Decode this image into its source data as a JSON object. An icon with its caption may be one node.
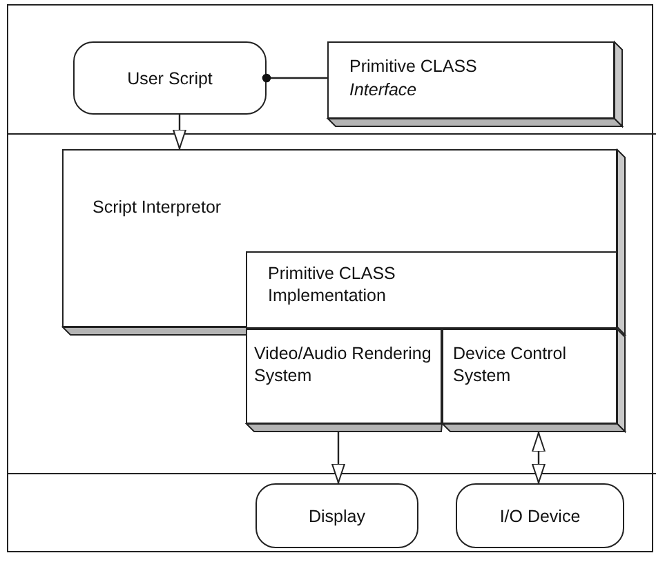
{
  "diagram": {
    "nodes": [
      {
        "text": [
          "User Script"
        ]
      },
      {
        "text": [
          "Primitive CLASS",
          "Interface"
        ]
      },
      {
        "text": [
          "Script Interpretor"
        ]
      },
      {
        "text": [
          "Primitive CLASS Implementation"
        ],
        "in": 2
      },
      {
        "text": [
          "Video/Audio Rendering System"
        ]
      },
      {
        "text": [
          "Device Control System"
        ]
      },
      {
        "text": [
          "Display"
        ]
      },
      {
        "text": [
          "I/O Device"
        ]
      }
    ],
    "edges": [
      {
        "from": 0,
        "to": 1,
        "arrow": "other"
      },
      {
        "from": 0,
        "to": 2,
        "arrow": "to"
      },
      {
        "from": 4,
        "to": 6,
        "arrow": "to"
      },
      {
        "from": 5,
        "to": 7,
        "arrow": "both"
      }
    ]
  }
}
